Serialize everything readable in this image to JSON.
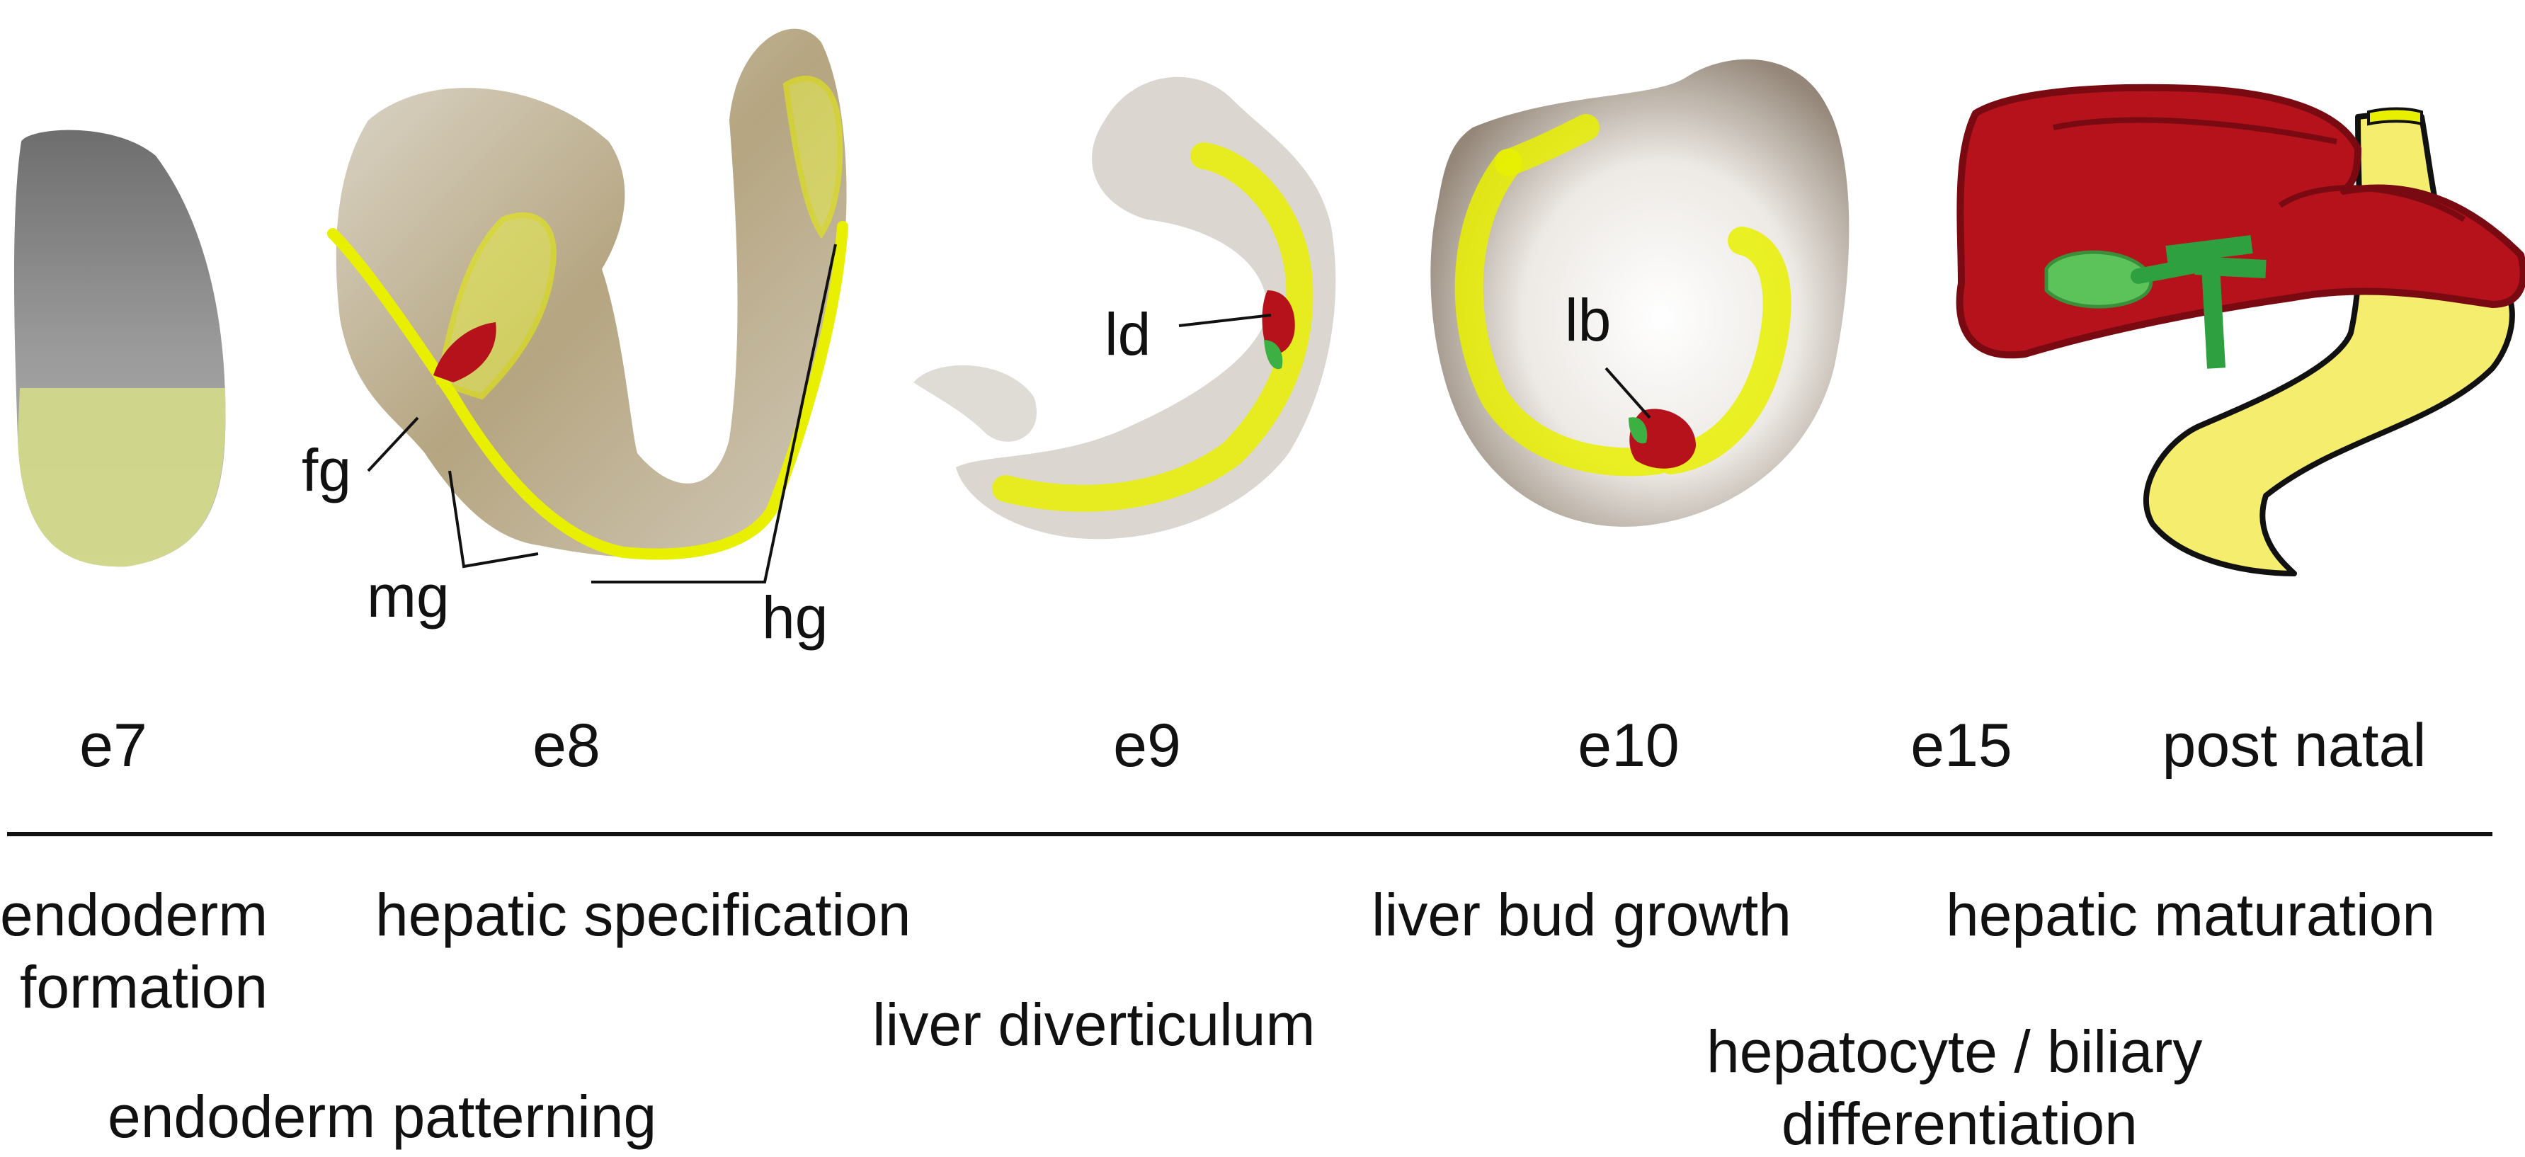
{
  "stages": {
    "e7": "e7",
    "e8": "e8",
    "e9": "e9",
    "e10": "e10",
    "e15": "e15",
    "post_natal": "post natal"
  },
  "labels": {
    "fg": "fg",
    "mg": "mg",
    "hg": "hg",
    "ld": "ld",
    "lb": "lb"
  },
  "processes": {
    "endoderm_formation_1": "endoderm",
    "endoderm_formation_2": "formation",
    "hepatic_specification": "hepatic specification",
    "endoderm_patterning": "endoderm patterning",
    "liver_diverticulum": "liver diverticulum",
    "liver_bud_growth": "liver bud growth",
    "hepatic_maturation": "hepatic maturation",
    "differentiation_1": "hepatocyte / biliary",
    "differentiation_2": "differentiation"
  },
  "colors": {
    "endoderm_yellow": "#e8f000",
    "liver_red": "#b5121b",
    "biliary_green": "#3cb043",
    "embryo_tissue": "#b9b0a0",
    "timeline": "#111111"
  }
}
